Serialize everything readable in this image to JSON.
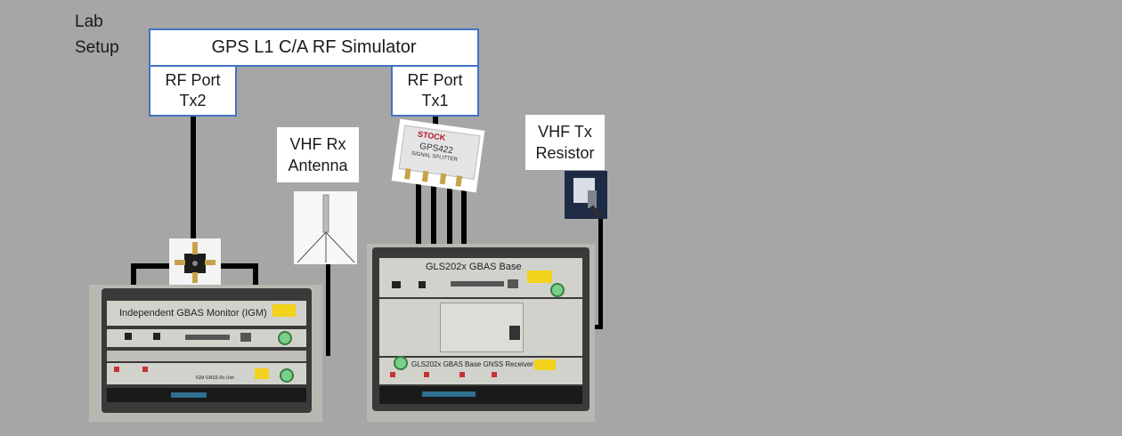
{
  "title_line1": "Lab",
  "title_line2": "Setup",
  "simulator": {
    "label": "GPS L1 C/A RF Simulator"
  },
  "ports": [
    {
      "line1": "RF Port",
      "line2": "Tx2"
    },
    {
      "line1": "RF Port",
      "line2": "Tx1"
    }
  ],
  "vhf_rx": {
    "line1": "VHF Rx",
    "line2": "Antenna"
  },
  "vhf_tx": {
    "line1": "VHF Tx",
    "line2": "Resistor"
  },
  "splitter": {
    "brand": "STOCK",
    "model": "GPS422",
    "caption": "SIGNAL SPLITTER"
  },
  "igm_rack": {
    "title": "Independent GBAS Monitor (IGM)",
    "receiver_label": "IGM GNSS Rx Unit"
  },
  "gbas_rack": {
    "title": "GLS202x GBAS Base",
    "receiver_label": "GLS202x GBAS Base GNSS Receiver Unit"
  },
  "colors": {
    "background": "#a6a6a6",
    "box_border": "#4472c4",
    "cable": "#000000"
  }
}
